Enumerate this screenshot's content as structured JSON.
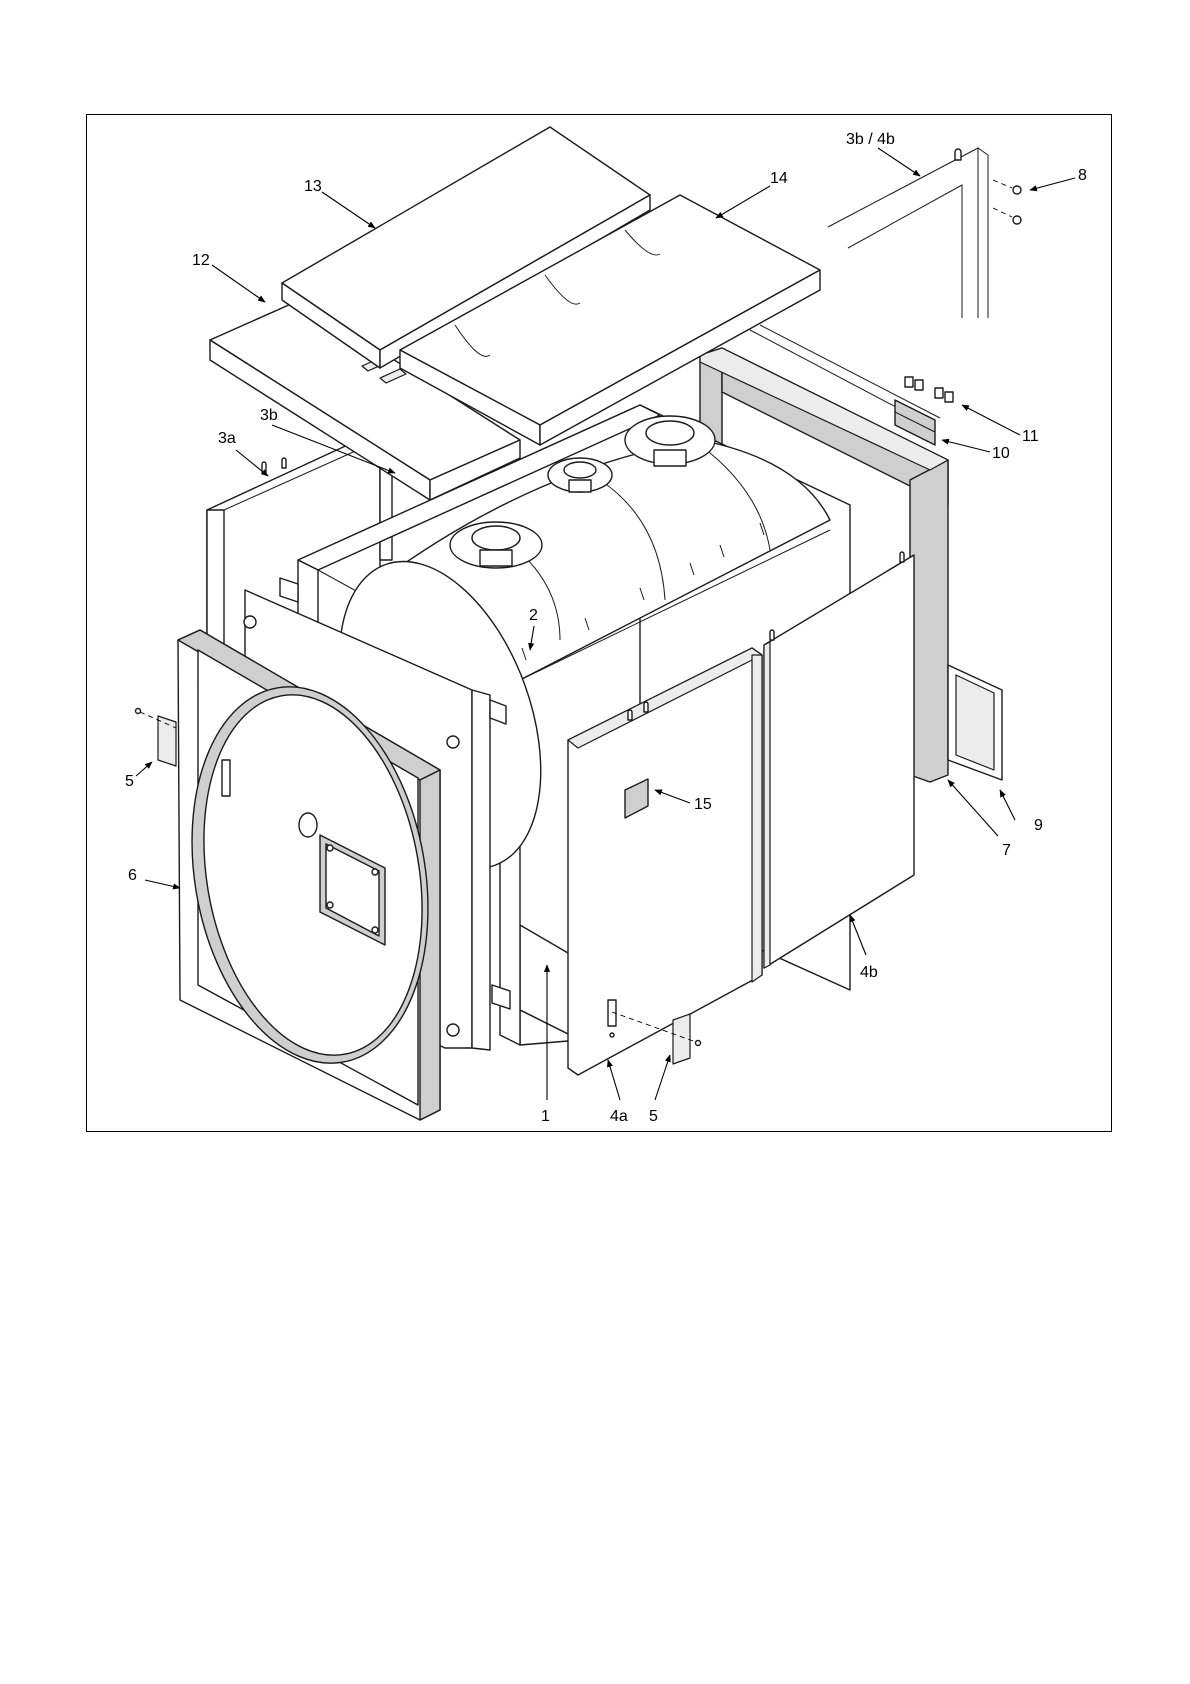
{
  "figure": {
    "callouts": {
      "c1": "1",
      "c2": "2",
      "c3a": "3a",
      "c3b": "3b",
      "c3b4b": "3b / 4b",
      "c4a": "4a",
      "c4b": "4b",
      "c5_left": "5",
      "c5_bottom": "5",
      "c6": "6",
      "c7": "7",
      "c8": "8",
      "c9": "9",
      "c10": "10",
      "c11": "11",
      "c12": "12",
      "c13": "13",
      "c14": "14",
      "c15": "15"
    }
  }
}
